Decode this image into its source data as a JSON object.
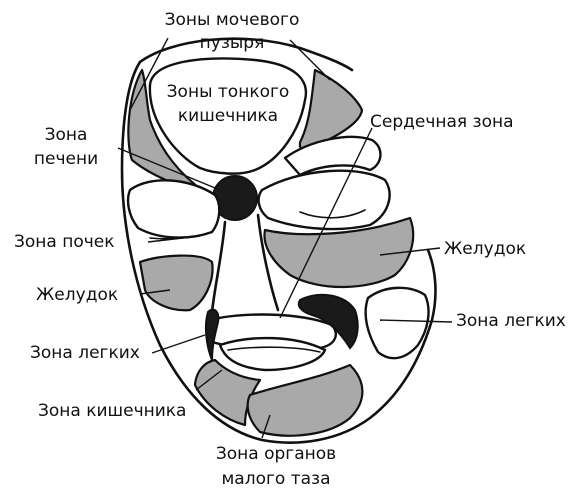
{
  "labels": {
    "bladder_line1": "Зоны мочевого",
    "bladder_line2": "пузыря",
    "small_intestine_line1": "Зоны тонкого",
    "small_intestine_line2": "кишечника",
    "liver_line1": "Зона",
    "liver_line2": "печени",
    "heart": "Сердечная зона",
    "kidneys": "Зона почек",
    "stomach_right": "Желудок",
    "stomach_left": "Желудок",
    "lungs_right": "Зона легких",
    "lungs_left": "Зона легких",
    "intestine": "Зона кишечника",
    "pelvic_line1": "Зона органов",
    "pelvic_line2": "малого таза"
  },
  "colors": {
    "zone_fill": "#a9a9a9",
    "dark_fill": "#1a1a1a",
    "line": "#111111"
  }
}
